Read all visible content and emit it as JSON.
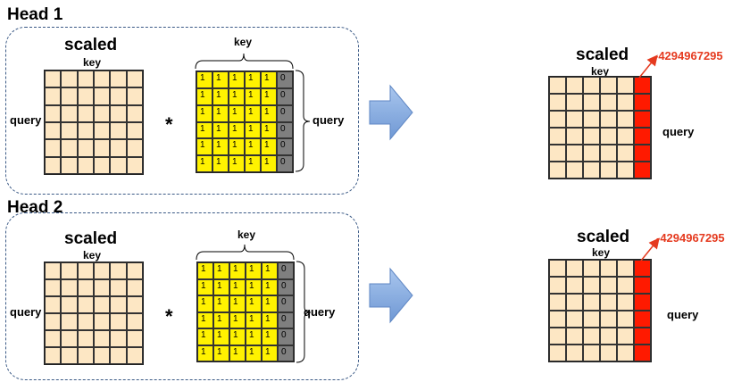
{
  "heads": [
    {
      "title": "Head 1",
      "scaled_label": "scaled",
      "key_label": "key",
      "query_label": "query",
      "operator": "*",
      "mask_key_label": "key",
      "mask_query_label": "query",
      "mask_rows": [
        [
          "1",
          "1",
          "1",
          "1",
          "1",
          "0"
        ],
        [
          "1",
          "1",
          "1",
          "1",
          "1",
          "0"
        ],
        [
          "1",
          "1",
          "1",
          "1",
          "1",
          "0"
        ],
        [
          "1",
          "1",
          "1",
          "1",
          "1",
          "0"
        ],
        [
          "1",
          "1",
          "1",
          "1",
          "1",
          "0"
        ],
        [
          "1",
          "1",
          "1",
          "1",
          "1",
          "0"
        ]
      ],
      "result_scaled_label": "scaled",
      "result_key_label": "key",
      "result_query_label": "query",
      "result_value_label": "-4294967295"
    },
    {
      "title": "Head 2",
      "scaled_label": "scaled",
      "key_label": "key",
      "query_label": "query",
      "operator": "*",
      "mask_key_label": "key",
      "mask_query_label": "query",
      "mask_rows": [
        [
          "1",
          "1",
          "1",
          "1",
          "1",
          "0"
        ],
        [
          "1",
          "1",
          "1",
          "1",
          "1",
          "0"
        ],
        [
          "1",
          "1",
          "1",
          "1",
          "1",
          "0"
        ],
        [
          "1",
          "1",
          "1",
          "1",
          "1",
          "0"
        ],
        [
          "1",
          "1",
          "1",
          "1",
          "1",
          "0"
        ],
        [
          "1",
          "1",
          "1",
          "1",
          "1",
          "0"
        ]
      ],
      "result_scaled_label": "scaled",
      "result_key_label": "key",
      "result_query_label": "query",
      "result_value_label": "-4294967295"
    }
  ],
  "colors": {
    "panel_border": "#3b5a86",
    "tan_cell": "#fde7c4",
    "mask_one": "#fff200",
    "mask_zero": "#7f7f7f",
    "masked_column": "#ff1a00",
    "arrow": "#7ea6dc",
    "annotation": "#e53a1f"
  }
}
